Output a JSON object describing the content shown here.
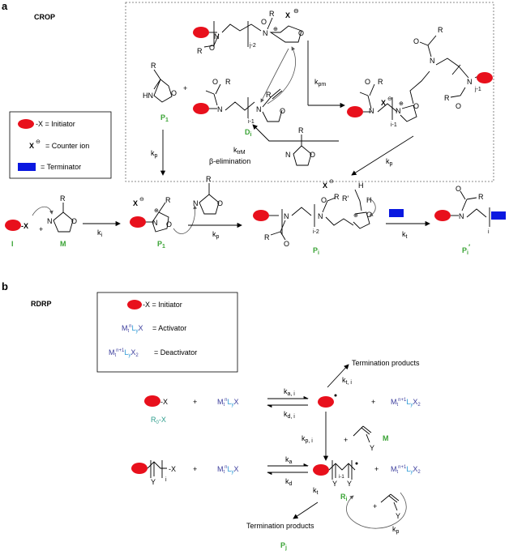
{
  "panel_a": {
    "letter": "a",
    "title": "CROP",
    "legend": {
      "initiator": "-X = Initiator",
      "counter_ion_symbol": "X",
      "counter_ion": "= Counter ion",
      "terminator": "= Terminator"
    },
    "species": {
      "P1_top": "P",
      "P1_top_sub": "1",
      "Di": "D",
      "Di_sub": "i",
      "I": "I",
      "M": "M",
      "P1_mid": "P",
      "P1_mid_sub": "1",
      "Pi": "P",
      "Pi_sub": "i",
      "Pi_prime": "P",
      "Pi_prime_sub": "i",
      "Pi_prime_mark": "′"
    },
    "rates": {
      "kpm": "k",
      "kpm_sub": "pm",
      "kp_left": "k",
      "kp_left_sub": "p",
      "ktrM": "k",
      "ktrM_sub": "trM",
      "beta": "β-elimination",
      "kp_right": "k",
      "kp_right_sub": "p",
      "ki": "k",
      "ki_sub": "i",
      "kp_mid": "k",
      "kp_mid_sub": "p",
      "kt": "k",
      "kt_sub": "t"
    },
    "atoms": {
      "R": "R",
      "N": "N",
      "O": "O",
      "HN": "HN",
      "H": "H",
      "X": "X",
      "Rp": "R′",
      "plus": "+",
      "i": "i",
      "i1": "i-1",
      "i2": "i-2",
      "j2": "j-2",
      "j1": "j-1",
      "minus": "⊖",
      "cplus": "⊕"
    }
  },
  "panel_b": {
    "letter": "b",
    "title": "RDRP",
    "legend": {
      "initiator": "-X = Initiator",
      "activator": "= Activator",
      "deactivator": "= Deactivator"
    },
    "metal": {
      "M": "M",
      "t": "t",
      "n": "n",
      "n1": "n+1",
      "L": "L",
      "y": "y",
      "X": "X",
      "X2": "X",
      "two": "2"
    },
    "species": {
      "R0X_label": "R",
      "R0X_sub": "0",
      "R0X_tail": "-X",
      "X_tag": "-X",
      "Ri": "R",
      "Ri_sub": "i",
      "Pj": "P",
      "Pj_sub": "j",
      "M": "M",
      "Y": "Y",
      "i": "i",
      "i1": "i-1"
    },
    "rates": {
      "ka_i": "k",
      "ka_i_sub": "a, i",
      "kd_i": "k",
      "kd_i_sub": "d, i",
      "kt_i": "k",
      "kt_i_sub": "t, i",
      "kp_i": "k",
      "kp_i_sub": "p, i",
      "ka": "k",
      "ka_sub": "a",
      "kd": "k",
      "kd_sub": "d",
      "kt": "k",
      "kt_sub": "t",
      "kp": "k",
      "kp_sub": "p"
    },
    "termination_top": "Termination products",
    "termination_bottom": "Termination products",
    "plus": "+"
  },
  "colors": {
    "initiator": "#e8101c",
    "terminator": "#0a18e0",
    "species_label": "#3aa335",
    "metal": "#3b3d9c",
    "ligand": "#2d9bd6",
    "r0x": "#2d9d8c"
  }
}
